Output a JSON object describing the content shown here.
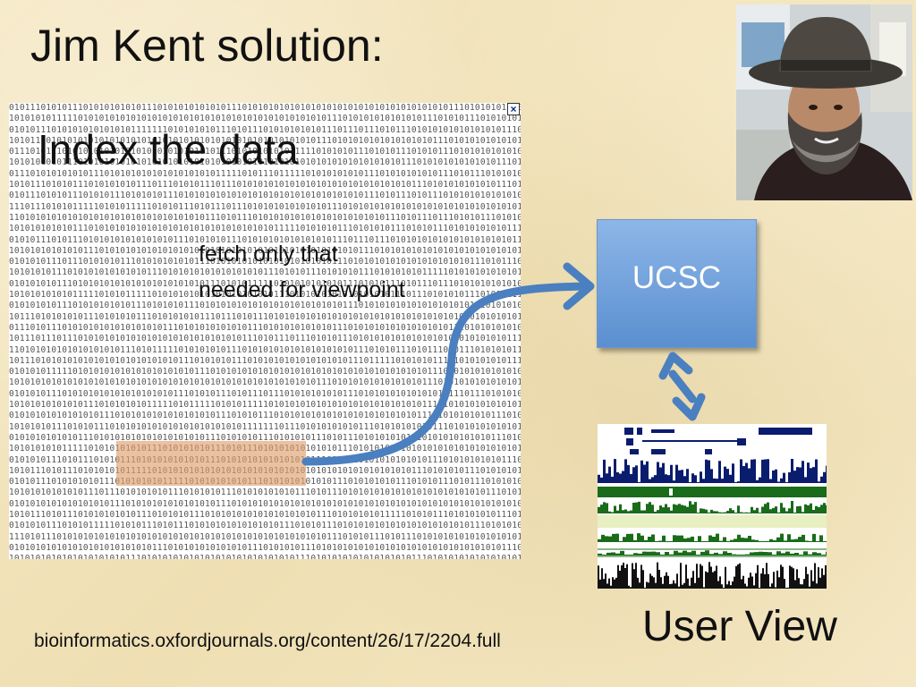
{
  "title": "Jim Kent solution:",
  "binary_panel": {
    "heading": "Index the data",
    "annotation_lines": [
      "fetch only that",
      "needed for viewpoint"
    ],
    "close_glyph": "×"
  },
  "server_box": {
    "label": "UCSC"
  },
  "user_view_label": "User View",
  "citation": "bioinformatics.oxfordjournals.org/content/26/17/2204.full",
  "icons": {
    "arrow": "curved-arrow-icon",
    "double_arrow": "double-arrow-icon",
    "close": "close-icon"
  },
  "colors": {
    "box_fill": "#6f9fdc",
    "arrow": "#4a7fc0",
    "highlight": "#dea06e",
    "track_navy": "#0a1c6e",
    "track_green": "#1a6b1a"
  }
}
